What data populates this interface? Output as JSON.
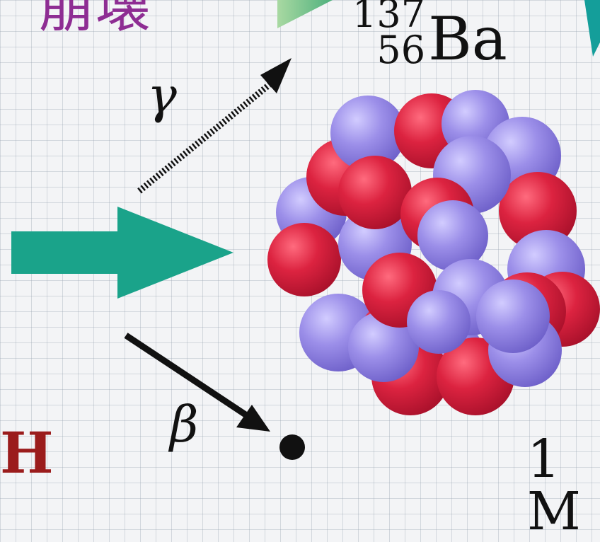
{
  "title_kanji": "崩壊",
  "nuclide": {
    "symbol": "Ba",
    "mass_number": "137",
    "atomic_number": "56"
  },
  "gamma_label": "γ",
  "beta_label": "β",
  "corner_left_text": "H",
  "corner_right_text": "1 M",
  "colors": {
    "kanji": "#8e2d93",
    "proton": "#d8223f",
    "neutron": "#9a8ee6",
    "arrow_green": "#1aa38a",
    "arrow_teal": "#149e9a"
  }
}
